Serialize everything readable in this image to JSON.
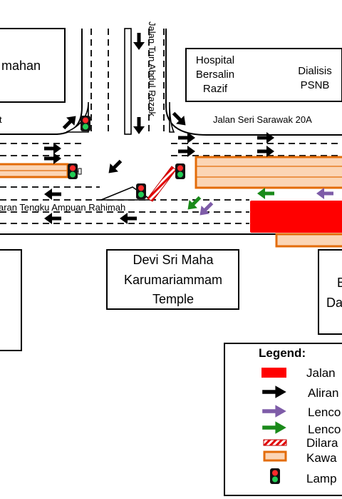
{
  "buildings": {
    "top_left": "mahan",
    "hospital": [
      "Hospital",
      "Bersalin",
      "Razif"
    ],
    "dialisis": [
      "Dialisis",
      "PSNB"
    ],
    "temple": [
      "Devi Sri Maha",
      "Karumariammam",
      "Temple"
    ],
    "bottom_right": [
      "B",
      "Da"
    ],
    "left_stub": "t"
  },
  "roads": {
    "vertical": "Jalan Tun Abdul Razak",
    "seri_sarawak": "Jalan Seri Sarawak 20A",
    "tengku": "aran Tengku Ampuan Rahimah"
  },
  "legend": {
    "title": "Legend:",
    "items": [
      {
        "label": "Jalan",
        "symbol": "red-box"
      },
      {
        "label": "Aliran",
        "symbol": "black-arrow"
      },
      {
        "label": "Lenco",
        "symbol": "purple-arrow"
      },
      {
        "label": "Lenco",
        "symbol": "green-arrow"
      },
      {
        "label": "Dilara",
        "symbol": "hatched-box"
      },
      {
        "label": "Kawa",
        "symbol": "orange-box"
      },
      {
        "label": "Lamp",
        "symbol": "traffic-light"
      }
    ]
  },
  "colors": {
    "red": "#ff0000",
    "orange_fill": "#fbd5b5",
    "orange_stroke": "#e36c09",
    "purple": "#7e5ca8",
    "green": "#1a8a1a",
    "black": "#000000"
  }
}
